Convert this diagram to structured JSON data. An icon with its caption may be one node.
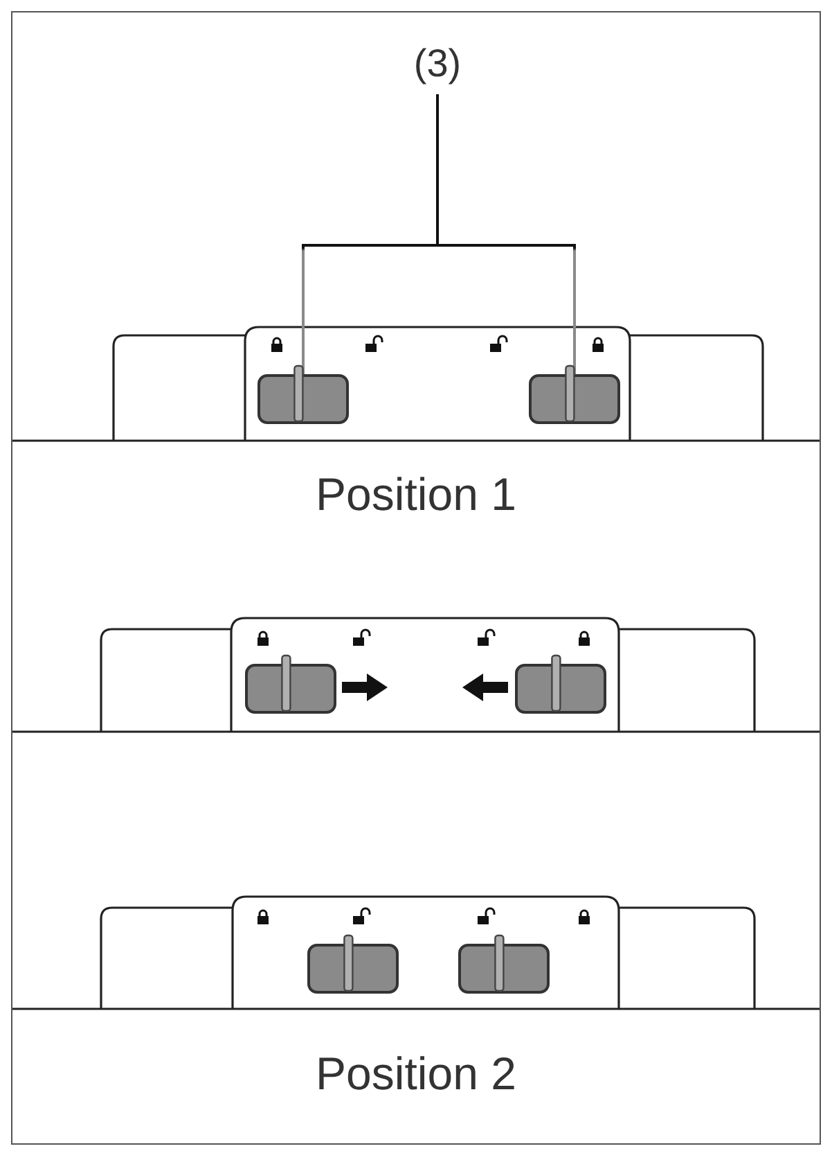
{
  "diagram": {
    "nodes": [
      {
        "text": [
          "(3)"
        ]
      },
      {
        "text": [],
        "shape": "box"
      },
      {
        "text": [],
        "shape": "box"
      }
    ],
    "edges": [
      {
        "from": 0,
        "to": 1,
        "arrow": "none"
      },
      {
        "from": 0,
        "to": 2,
        "arrow": "none"
      }
    ],
    "labels": [
      "Position 1",
      "Position 2"
    ]
  }
}
